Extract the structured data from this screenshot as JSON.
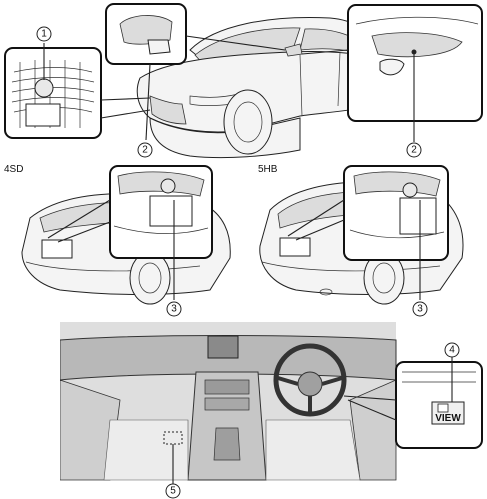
{
  "variant_labels": {
    "sedan": "4SD",
    "hatchback": "5HB"
  },
  "callouts": {
    "c1": "1",
    "c2a": "2",
    "c2b": "2",
    "c3a": "3",
    "c3b": "3",
    "c4": "4",
    "c5": "5"
  },
  "inset_text": {
    "view_label": "VIEW"
  }
}
